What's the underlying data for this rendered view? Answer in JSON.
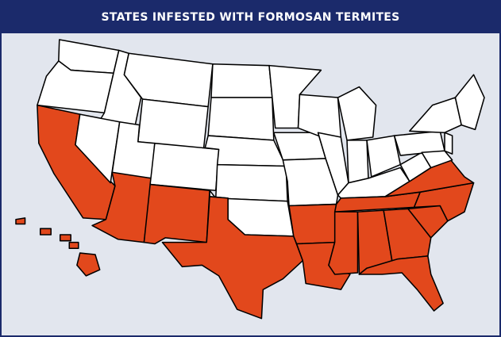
{
  "title": "STATES INFESTED WITH FORMOSAN TERMITES",
  "colors": {
    "infested": "#e2481c",
    "not_infested": "#ffffff",
    "background": "#e2e6ee",
    "title_bar": "#1b2a6b",
    "border": "#000000"
  },
  "infested_states": [
    "California",
    "Arizona",
    "New Mexico",
    "Texas",
    "Arkansas",
    "Louisiana",
    "Mississippi",
    "Alabama",
    "Georgia",
    "Florida",
    "South Carolina",
    "North Carolina",
    "Virginia",
    "Tennessee",
    "Hawaii"
  ]
}
